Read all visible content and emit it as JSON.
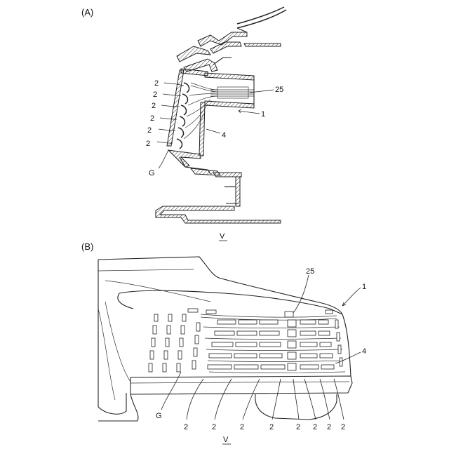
{
  "panel_a": {
    "label": "(A)",
    "refs": [
      "2",
      "2",
      "2",
      "2",
      "2",
      "2"
    ],
    "ref_25": "25",
    "ref_1": "1",
    "ref_4": "4",
    "ref_g": "G",
    "view": "V"
  },
  "panel_b": {
    "label": "(B)",
    "ref_25": "25",
    "ref_1": "1",
    "ref_4": "4",
    "ref_g": "G",
    "bottom_refs": [
      "2",
      "2",
      "2",
      "2",
      "2",
      "2",
      "2",
      "2"
    ],
    "view": "V"
  }
}
